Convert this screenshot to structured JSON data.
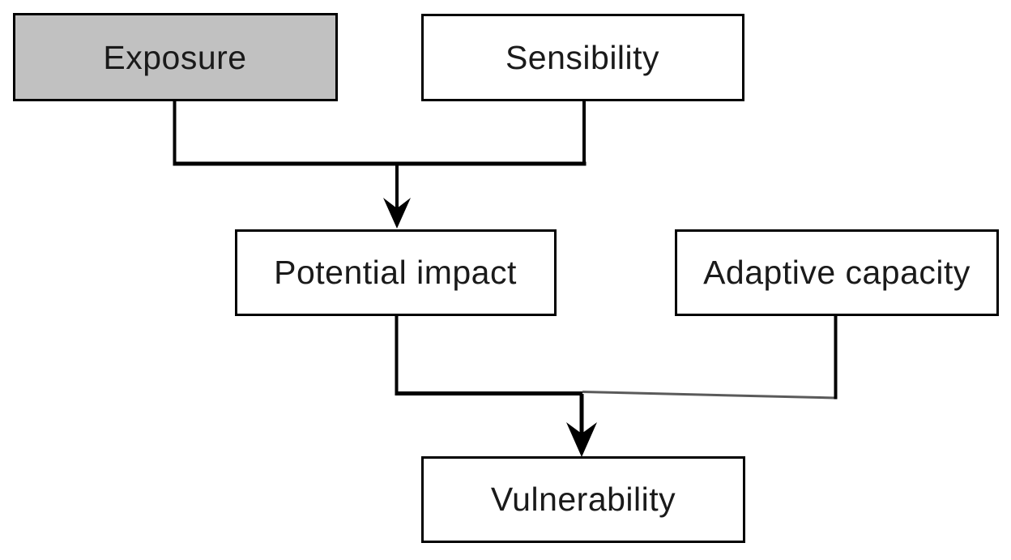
{
  "diagram": {
    "type": "flowchart",
    "background": "#ffffff",
    "colors": {
      "node_border": "#000000",
      "highlight_fill": "#c1c1c1",
      "default_fill": "#ffffff",
      "connector": "#000000",
      "slanted_connector": "#5a5a5a",
      "text": "#1a1a1a"
    },
    "nodes": [
      {
        "id": "exposure",
        "label": "Exposure",
        "fill": "#c1c1c1"
      },
      {
        "id": "sensibility",
        "label": "Sensibility",
        "fill": "#ffffff"
      },
      {
        "id": "potential-impact",
        "label": "Potential impact",
        "fill": "#ffffff"
      },
      {
        "id": "adaptive-capacity",
        "label": "Adaptive capacity",
        "fill": "#ffffff"
      },
      {
        "id": "vulnerability",
        "label": "Vulnerability",
        "fill": "#ffffff"
      }
    ],
    "edges": [
      {
        "from": [
          "Exposure",
          "Sensibility"
        ],
        "to": "Potential impact",
        "arrow": true
      },
      {
        "from": [
          "Potential impact",
          "Adaptive capacity"
        ],
        "to": "Vulnerability",
        "arrow": true
      }
    ]
  }
}
